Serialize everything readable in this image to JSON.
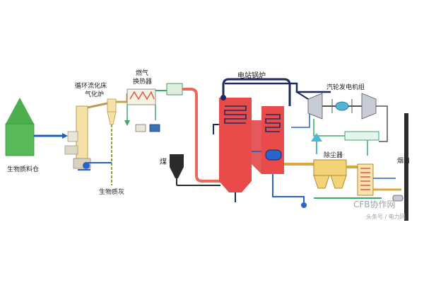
{
  "labels": {
    "silo": "生物质料仓",
    "cfb_line1": "循环流化床",
    "cfb_line2": "气化炉",
    "gas_line1": "燃气",
    "gas_line2": "换热器",
    "boiler": "电站锅炉",
    "turbine": "汽轮发电机组",
    "coal": "煤",
    "ash": "生物质灰",
    "dust": "除尘器",
    "chimney": "烟囱"
  },
  "watermark": {
    "brand": "CFB协作网",
    "source": "头条号 / 电力网"
  },
  "colors": {
    "hot_flue": "#e94b4b",
    "steam_dark": "#1f2a5c",
    "water_blue": "#2a63c9",
    "flue_gold": "#d9a73a",
    "green_line": "#3aa86a",
    "silo": "#4cae4c"
  }
}
